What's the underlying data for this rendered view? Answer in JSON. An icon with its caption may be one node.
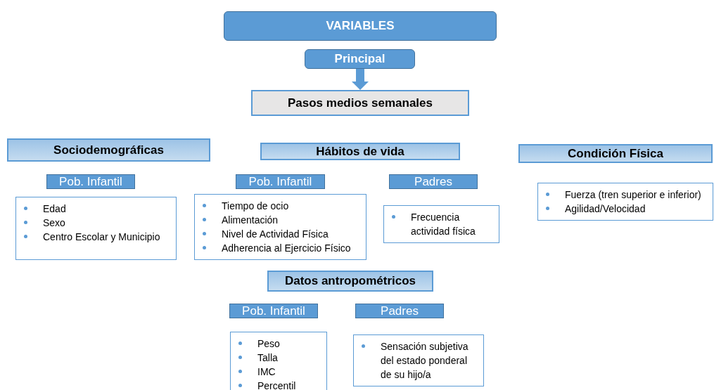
{
  "diagram": {
    "nodes": [
      {
        "text": [
          "VARIABLES"
        ]
      },
      {
        "text": [
          "Principal"
        ]
      },
      {
        "text": [
          "Pasos medios semanales"
        ]
      },
      {
        "text": [
          "Sociodemográficas"
        ]
      },
      {
        "text": [
          "Pob. Infantil"
        ]
      },
      {
        "text": [
          "Edad",
          "Sexo",
          "Centro Escolar y Municipio"
        ]
      },
      {
        "text": [
          "Hábitos de vida"
        ]
      },
      {
        "text": [
          "Pob. Infantil"
        ]
      },
      {
        "text": [
          "Tiempo de ocio",
          "Alimentación",
          "Nivel de Actividad Física",
          "Adherencia al Ejercicio Físico"
        ]
      },
      {
        "text": [
          "Padres"
        ]
      },
      {
        "text": [
          "Frecuencia actividad física"
        ]
      },
      {
        "text": [
          "Condición Física"
        ]
      },
      {
        "text": [
          "Fuerza (tren superior e inferior)",
          "Agilidad/Velocidad"
        ]
      },
      {
        "text": [
          "Datos antropométricos"
        ]
      },
      {
        "text": [
          "Pob. Infantil"
        ]
      },
      {
        "text": [
          "Padres"
        ]
      },
      {
        "text": [
          "Peso",
          "Talla",
          "IMC",
          "Percentil"
        ]
      },
      {
        "text": [
          "Sensación subjetiva del estado ponderal de su hijo/a"
        ]
      }
    ],
    "edges": [
      {
        "from": 1,
        "to": 2,
        "arrow": "to"
      }
    ]
  }
}
